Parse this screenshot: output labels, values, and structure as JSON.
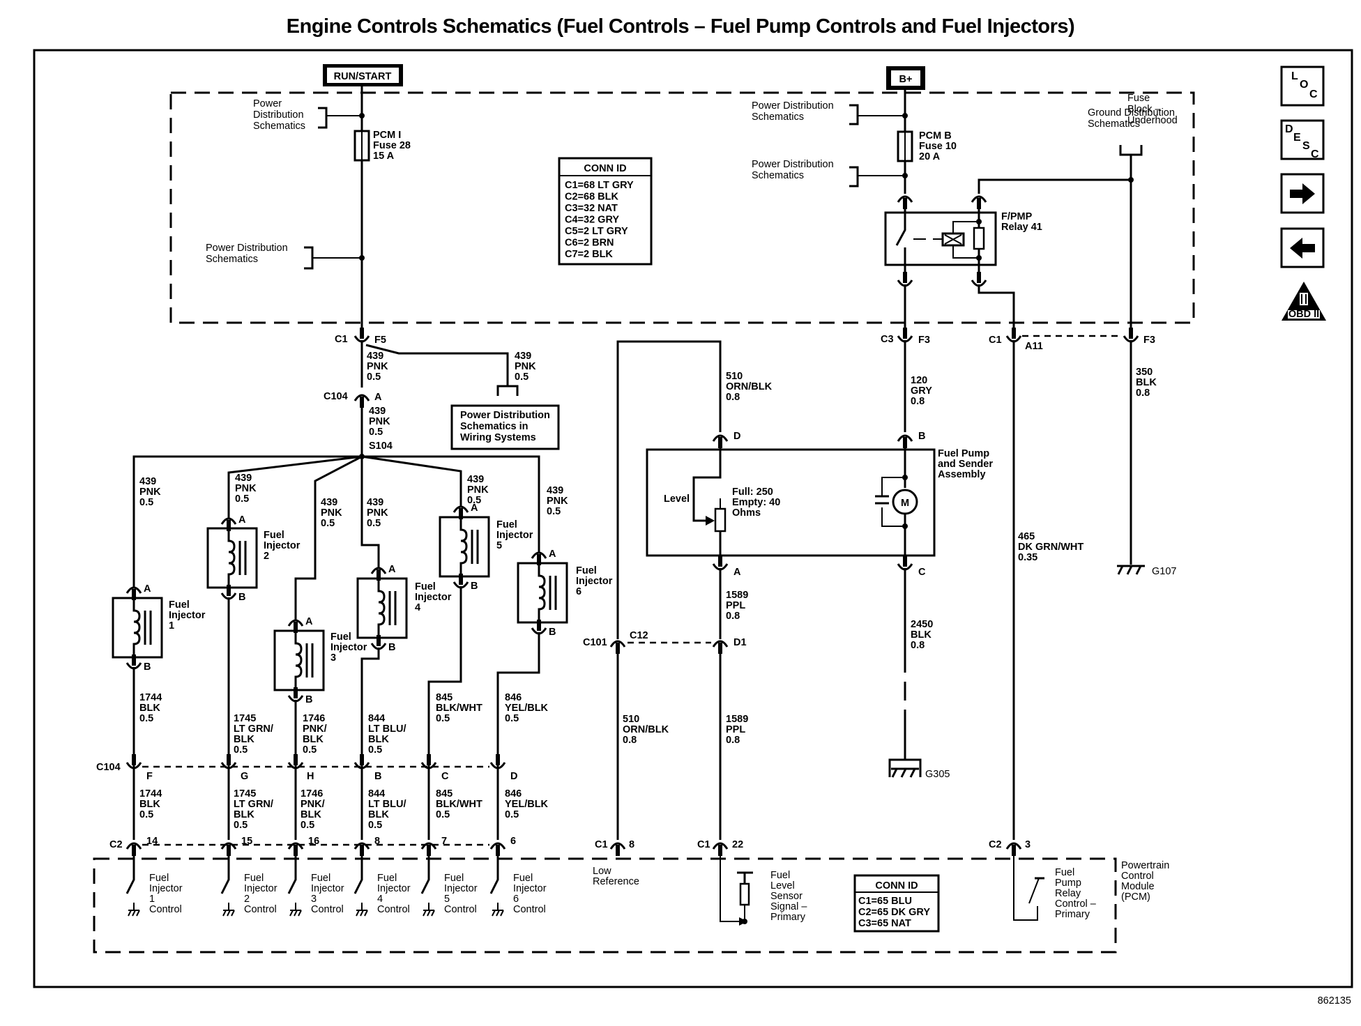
{
  "title": "Engine Controls Schematics (Fuel Controls – Fuel Pump Controls and Fuel Injectors)",
  "figure_id": "862135",
  "power_sources": {
    "run_start": "RUN/START",
    "battery": "B+"
  },
  "fuse_block": {
    "label": [
      "Fuse",
      "Block –",
      "Underhood"
    ],
    "pdist_left_top": [
      "Power",
      "Distribution",
      "Schematics"
    ],
    "pdist_left_mid": [
      "Power Distribution",
      "Schematics"
    ],
    "pdist_right_top": [
      "Power Distribution",
      "Schematics"
    ],
    "pdist_right_mid": [
      "Power Distribution",
      "Schematics"
    ],
    "gdist": [
      "Ground Distribution",
      "Schematics"
    ],
    "fuse_pcm_i": [
      "PCM I",
      "Fuse 28",
      "15 A"
    ],
    "fuse_pcm_b": [
      "PCM B",
      "Fuse 10",
      "20 A"
    ],
    "relay": [
      "F/PMP",
      "Relay 41"
    ],
    "conn_id": {
      "header": "CONN ID",
      "rows": [
        "C1=68 LT GRY",
        "C2=68 BLK",
        "C3=32 NAT",
        "C4=32 GRY",
        "C5=2 LT GRY",
        "C6=2 BRN",
        "C7=2 BLK"
      ]
    }
  },
  "side_icons": [
    {
      "name": "loc",
      "letters": [
        "L",
        "O",
        "C"
      ]
    },
    {
      "name": "desc",
      "letters": [
        "D",
        "E",
        "S",
        "C"
      ]
    },
    {
      "name": "next",
      "glyph": "→"
    },
    {
      "name": "prev",
      "glyph": "←"
    },
    {
      "name": "obd",
      "label": "OBD II",
      "roman": "II"
    }
  ],
  "connectors": {
    "c1_f5": [
      "C1",
      "F5"
    ],
    "c104_a": [
      "C104",
      "A"
    ],
    "s104": "S104",
    "c3_f3": [
      "C3",
      "F3"
    ],
    "c1_a11": [
      "C1",
      "A11"
    ],
    "f3_ground": "F3",
    "c104_row_label": "C104",
    "c2_row_label": "C2",
    "c101": "C101",
    "c12": "C12",
    "d1": "D1",
    "c1_8": [
      "C1",
      "8"
    ],
    "c1_22": [
      "C1",
      "22"
    ],
    "c2_3": [
      "C2",
      "3"
    ]
  },
  "wires": {
    "w439_main1": [
      "439",
      "PNK",
      "0.5"
    ],
    "w439_branch": [
      "439",
      "PNK",
      "0.5"
    ],
    "w439_main2": [
      "439",
      "PNK",
      "0.5"
    ],
    "w510_top": [
      "510",
      "ORN/BLK",
      "0.8"
    ],
    "w120": [
      "120",
      "GRY",
      "0.8"
    ],
    "w350": [
      "350",
      "BLK",
      "0.8"
    ],
    "w465": [
      "465",
      "DK GRN/WHT",
      "0.35"
    ],
    "w1589_top": [
      "1589",
      "PPL",
      "0.8"
    ],
    "w2450": [
      "2450",
      "BLK",
      "0.8"
    ],
    "w510_bot": [
      "510",
      "ORN/BLK",
      "0.8"
    ],
    "w1589_bot": [
      "1589",
      "PPL",
      "0.8"
    ]
  },
  "pdist_wiring_systems": [
    "Power Distribution",
    "Schematics in",
    "Wiring Systems"
  ],
  "injectors": [
    {
      "name": "Fuel Injector 1",
      "label": [
        "Fuel",
        "Injector",
        "1"
      ],
      "feed": [
        "439",
        "PNK",
        "0.5"
      ],
      "ctrl": [
        "1744",
        "BLK",
        "0.5"
      ],
      "ctrl_lbl": "1744|BLK|0.5",
      "c104_pin": "F",
      "c2_pin": "14",
      "pcm": [
        "Fuel",
        "Injector",
        "1",
        "Control"
      ]
    },
    {
      "name": "Fuel Injector 2",
      "label": [
        "Fuel",
        "Injector",
        "2"
      ],
      "feed": [
        "439",
        "PNK",
        "0.5"
      ],
      "ctrl": [
        "1745",
        "LT GRN/",
        "BLK",
        "0.5"
      ],
      "c104_pin": "G",
      "c2_pin": "15",
      "pcm": [
        "Fuel",
        "Injector",
        "2",
        "Control"
      ]
    },
    {
      "name": "Fuel Injector 3",
      "label": [
        "Fuel",
        "Injector",
        "3"
      ],
      "feed": [
        "439",
        "PNK",
        "0.5"
      ],
      "ctrl": [
        "1746",
        "PNK/",
        "BLK",
        "0.5"
      ],
      "c104_pin": "H",
      "c2_pin": "16",
      "pcm": [
        "Fuel",
        "Injector",
        "3",
        "Control"
      ]
    },
    {
      "name": "Fuel Injector 4",
      "label": [
        "Fuel",
        "Injector",
        "4"
      ],
      "feed": [
        "439",
        "PNK",
        "0.5"
      ],
      "ctrl": [
        "844",
        "LT BLU/",
        "BLK",
        "0.5"
      ],
      "c104_pin": "B",
      "c2_pin": "8",
      "pcm": [
        "Fuel",
        "Injector",
        "4",
        "Control"
      ]
    },
    {
      "name": "Fuel Injector 5",
      "label": [
        "Fuel",
        "Injector",
        "5"
      ],
      "feed": [
        "439",
        "PNK",
        "0.5"
      ],
      "ctrl": [
        "845",
        "BLK/WHT",
        "0.5"
      ],
      "c104_pin": "C",
      "c2_pin": "7",
      "pcm": [
        "Fuel",
        "Injector",
        "5",
        "Control"
      ]
    },
    {
      "name": "Fuel Injector 6",
      "label": [
        "Fuel",
        "Injector",
        "6"
      ],
      "feed": [
        "439",
        "PNK",
        "0.5"
      ],
      "ctrl": [
        "846",
        "YEL/BLK",
        "0.5"
      ],
      "c104_pin": "D",
      "c2_pin": "6",
      "pcm": [
        "Fuel",
        "Injector",
        "6",
        "Control"
      ]
    }
  ],
  "pin_labels": {
    "a": "A",
    "b": "B",
    "c": "C",
    "d": "D"
  },
  "fuel_pump": {
    "label": [
      "Fuel Pump",
      "and Sender",
      "Assembly"
    ],
    "level": "Level",
    "sender": [
      "Full: 250",
      "Empty: 40",
      "Ohms"
    ],
    "motor": "M"
  },
  "grounds": {
    "g107": "G107",
    "g305": "G305"
  },
  "pcm": {
    "label": [
      "Powertrain",
      "Control",
      "Module",
      "(PCM)"
    ],
    "low_ref": [
      "Low",
      "Reference"
    ],
    "fuel_level": [
      "Fuel",
      "Level",
      "Sensor",
      "Signal –",
      "Primary"
    ],
    "relay_ctrl": [
      "Fuel",
      "Pump",
      "Relay",
      "Control –",
      "Primary"
    ],
    "conn_id": {
      "header": "CONN ID",
      "rows": [
        "C1=65 BLU",
        "C2=65 DK GRY",
        "C3=65 NAT"
      ]
    }
  }
}
